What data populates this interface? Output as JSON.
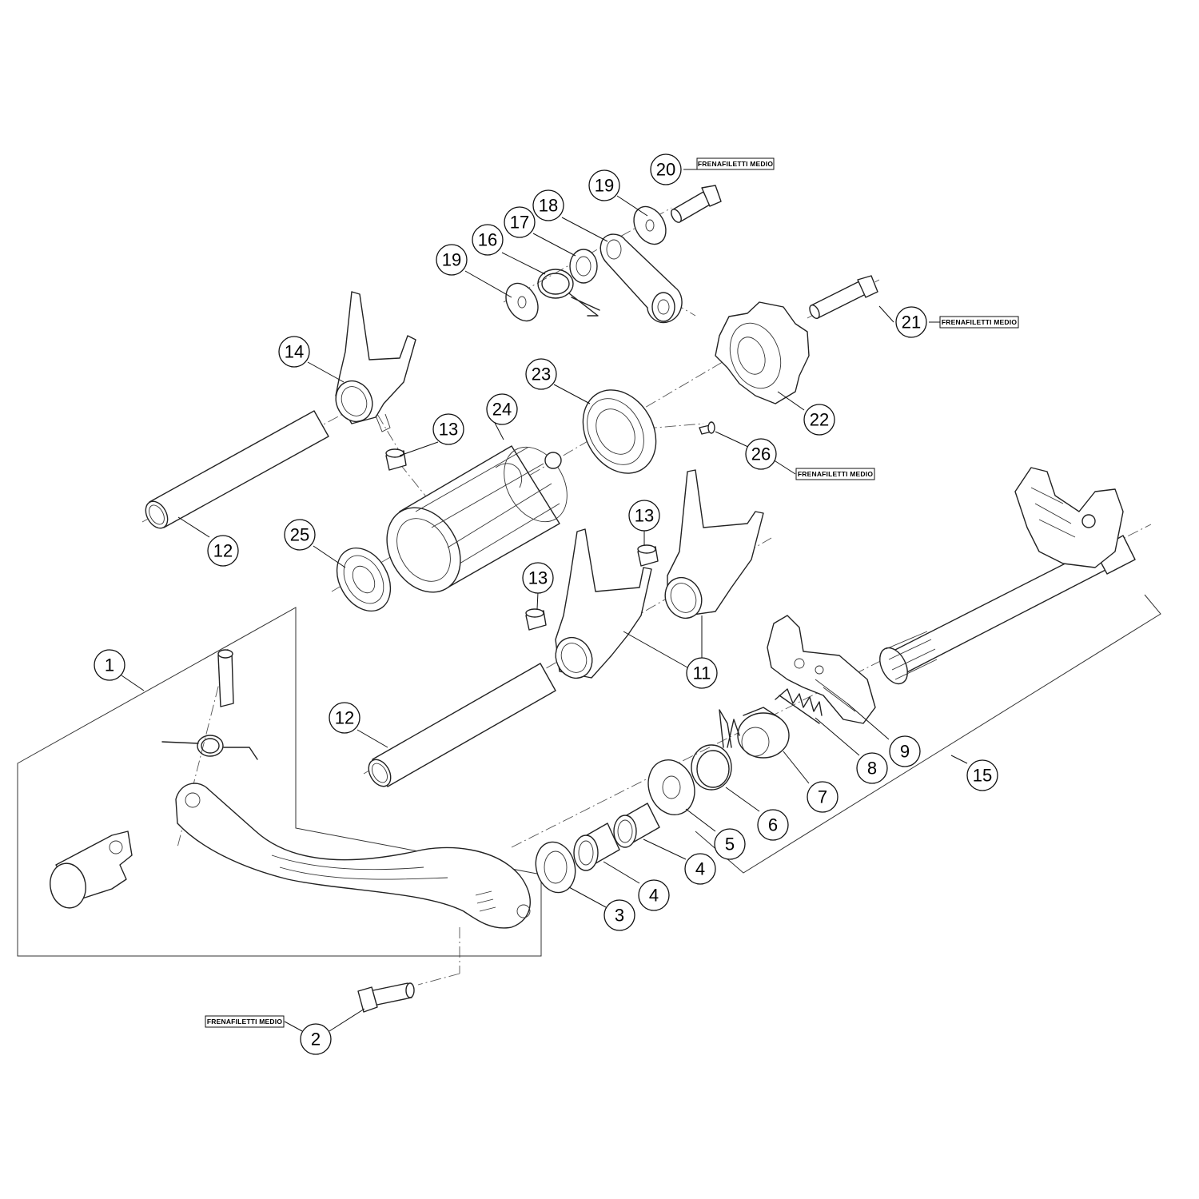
{
  "callouts": [
    {
      "id": "c20",
      "label": "20"
    },
    {
      "id": "c19a",
      "label": "19"
    },
    {
      "id": "c18",
      "label": "18"
    },
    {
      "id": "c17",
      "label": "17"
    },
    {
      "id": "c16",
      "label": "16"
    },
    {
      "id": "c19b",
      "label": "19"
    },
    {
      "id": "c21",
      "label": "21"
    },
    {
      "id": "c14",
      "label": "14"
    },
    {
      "id": "c23",
      "label": "23"
    },
    {
      "id": "c22",
      "label": "22"
    },
    {
      "id": "c24",
      "label": "24"
    },
    {
      "id": "c13a",
      "label": "13"
    },
    {
      "id": "c26",
      "label": "26"
    },
    {
      "id": "c13b",
      "label": "13"
    },
    {
      "id": "c25",
      "label": "25"
    },
    {
      "id": "c12a",
      "label": "12"
    },
    {
      "id": "c13c",
      "label": "13"
    },
    {
      "id": "c1",
      "label": "1"
    },
    {
      "id": "c11",
      "label": "11"
    },
    {
      "id": "c12b",
      "label": "12"
    },
    {
      "id": "c9",
      "label": "9"
    },
    {
      "id": "c8",
      "label": "8"
    },
    {
      "id": "c15",
      "label": "15"
    },
    {
      "id": "c7",
      "label": "7"
    },
    {
      "id": "c6",
      "label": "6"
    },
    {
      "id": "c5",
      "label": "5"
    },
    {
      "id": "c4a",
      "label": "4"
    },
    {
      "id": "c4b",
      "label": "4"
    },
    {
      "id": "c3",
      "label": "3"
    },
    {
      "id": "c2",
      "label": "2"
    }
  ],
  "notes": [
    {
      "id": "n20",
      "text": "FRENAFILETTI MEDIO"
    },
    {
      "id": "n21",
      "text": "FRENAFILETTI MEDIO"
    },
    {
      "id": "n26",
      "text": "FRENAFILETTI MEDIO"
    },
    {
      "id": "n2",
      "text": "FRENAFILETTI MEDIO"
    }
  ]
}
